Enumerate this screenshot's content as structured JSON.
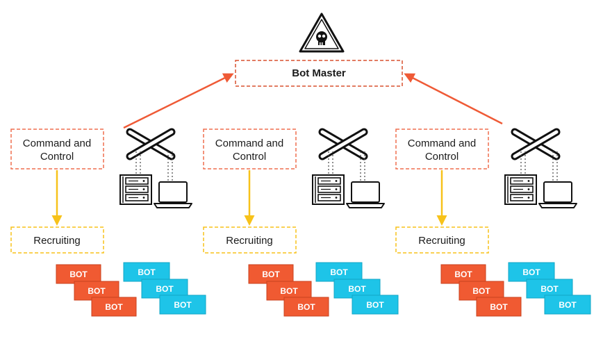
{
  "colors": {
    "master_border": "#d9502f",
    "cc_border": "#ef6f4f",
    "recruit_border": "#f7c21a",
    "master_arrow": "#ef5a36",
    "cc_arrow": "#f7c21a",
    "bot_orange": "#f05a32",
    "bot_blue": "#1ec4e8",
    "icon_stroke": "#111111"
  },
  "master": {
    "label": "Bot Master",
    "icon": "skull-warning-icon"
  },
  "groups": [
    {
      "cc": {
        "line1": "Command and",
        "line2": "Control"
      },
      "recruit": "Recruiting",
      "icons": [
        "network-switch-icon",
        "server-rack-icon",
        "laptop-icon"
      ],
      "bots_orange": [
        "BOT",
        "BOT",
        "BOT"
      ],
      "bots_blue": [
        "BOT",
        "BOT",
        "BOT"
      ]
    },
    {
      "cc": {
        "line1": "Command and",
        "line2": "Control"
      },
      "recruit": "Recruiting",
      "icons": [
        "network-switch-icon",
        "server-rack-icon",
        "laptop-icon"
      ],
      "bots_orange": [
        "BOT",
        "BOT",
        "BOT"
      ],
      "bots_blue": [
        "BOT",
        "BOT",
        "BOT"
      ]
    },
    {
      "cc": {
        "line1": "Command and",
        "line2": "Control"
      },
      "recruit": "Recruiting",
      "icons": [
        "network-switch-icon",
        "server-rack-icon",
        "laptop-icon"
      ],
      "bots_orange": [
        "BOT",
        "BOT",
        "BOT"
      ],
      "bots_blue": [
        "BOT",
        "BOT",
        "BOT"
      ]
    }
  ]
}
